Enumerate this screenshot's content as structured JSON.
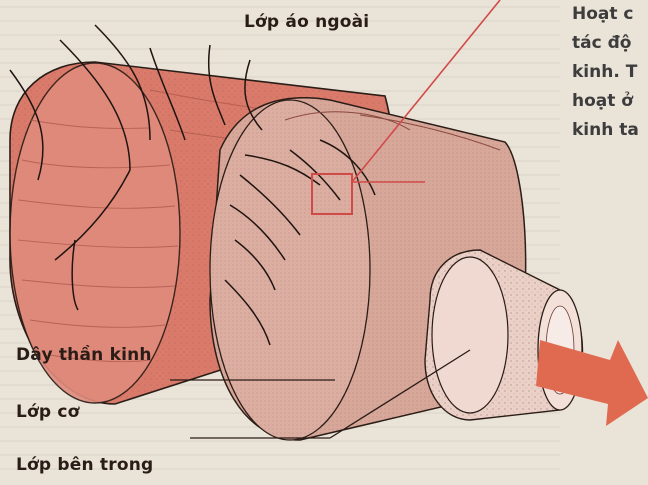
{
  "labels": {
    "outer_coat": "Lớp áo ngoài",
    "nerve_fibers": "Dây thần kinh",
    "muscle_layer": "Lớp cơ",
    "inner_layer": "Lớp bên trong"
  },
  "side_text": [
    "Hoạt c",
    "tác độ",
    "kinh. T",
    "hoạt ở",
    "kinh ta"
  ],
  "colors": {
    "outer_layer": "#d97a6a",
    "middle_layer": "#d7a79a",
    "inner_tube": "#ead0c6",
    "arrow": "#e06a50",
    "callout_line": "#d04a48"
  }
}
